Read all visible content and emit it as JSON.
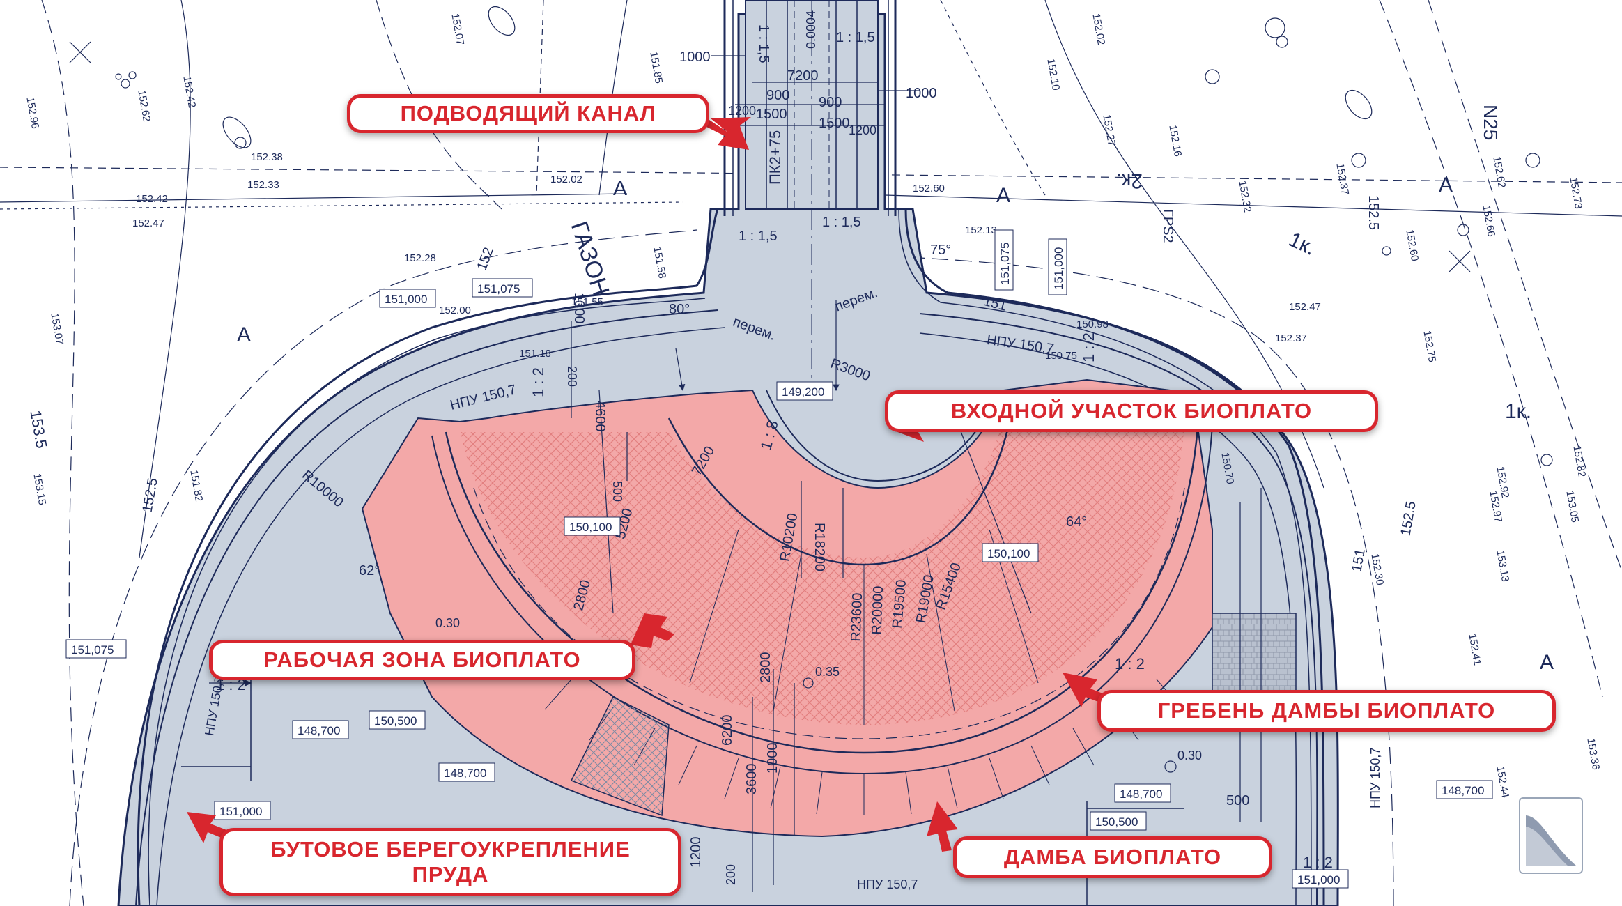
{
  "colors": {
    "pond_fill": "#c9d2de",
    "bioplato_fill": "#f3a8a8",
    "line": "#1d2a5a",
    "accent": "#d8262e"
  },
  "callouts": {
    "supply_channel": "ПОДВОДЯЩИЙ КАНАЛ",
    "inlet_section": "ВХОДНОЙ УЧАСТОК БИОПЛАТО",
    "working_zone": "РАБОЧАЯ ЗОНА БИОПЛАТО",
    "dam_crest": "ГРЕБЕНЬ ДАМБЫ БИОПЛАТО",
    "rubble_line1": "БУТОВОЕ БЕРЕГОУКРЕПЛЕНИЕ",
    "rubble_line2": "ПРУДА",
    "dam": "ДАМБА БИОПЛАТО"
  },
  "labels": {
    "lawn": "ГАЗОН",
    "zone_a": "А",
    "n25": "N25",
    "k2": "2к.",
    "k1": "1к.",
    "k1b": "1к.",
    "grs2": "ГРS2",
    "pk": "ПК2+75",
    "npu": "НПУ 150,7",
    "perem": "перем.",
    "slope_15": "1 : 1,5",
    "slope_12": "1 : 2",
    "slope_18": "1 : 8",
    "r3000": "R3000",
    "r10000": "R10000",
    "r10200": "R10200",
    "r18200": "R18200",
    "r15400": "R15400",
    "r19000": "R19000",
    "r19500": "R19500",
    "r20000": "R20000",
    "r23600": "R23600",
    "angle_64": "64°",
    "angle_62": "62°",
    "angle_75": "75°",
    "angle_80": "80°",
    "grad_030": "0.30",
    "grad_035": "0.35",
    "grad_0004": "0.0004"
  },
  "boxed_levels": {
    "b1": "149,200",
    "b2": "151,000",
    "b3": "151,075",
    "b4": "150,100",
    "b5": "150,100",
    "b6": "151,075",
    "b7": "148,700",
    "b8": "150,500",
    "b9": "148,700",
    "b10": "151,000",
    "b11": "148,700",
    "b12": "150,500",
    "b13": "148,700",
    "b14": "151,000",
    "b15": "151,000",
    "b16": "151,075"
  },
  "dimensions": {
    "d1000a": "1000",
    "d1000b": "1000",
    "d7200": "7200",
    "d900a": "900",
    "d900b": "900",
    "d1200a": "1200",
    "d1500a": "1500",
    "d1500b": "1500",
    "d1200b": "1200",
    "d1300": "1300",
    "d200": "200",
    "d4600": "4600",
    "d500": "500",
    "d5200": "5200",
    "d2800": "2800",
    "d7200b": "7200",
    "d2800b": "2800",
    "d6200": "6200",
    "d3600": "3600",
    "d1000c": "1000",
    "d1200c": "1200",
    "d200b": "200",
    "d500b": "500"
  },
  "spot_heights": {
    "h1": "152.07",
    "h2": "152.42",
    "h3": "152.62",
    "h4": "152.96",
    "h5": "152.38",
    "h6": "152.33",
    "h7": "152.42",
    "h8": "152.47",
    "h9": "152.02",
    "h10": "152.28",
    "h11": "152.00",
    "h12": "151.55",
    "h13": "151.18",
    "h14": "153.07",
    "h15": "153.15",
    "h16": "152.60",
    "h17": "152.13",
    "h18": "152.02",
    "h19": "152.10",
    "h20": "152.27",
    "h21": "152.16",
    "h22": "152.32",
    "h23": "152.37",
    "h24": "152.47",
    "h25": "152.37",
    "h26": "152.75",
    "h27": "152.82",
    "h28": "152.97",
    "h29": "153.05",
    "h30": "152.30",
    "h31": "153.13",
    "h32": "152.41",
    "h33": "152.44",
    "h34": "153.36",
    "h35": "152.62",
    "h36": "152.73",
    "h37": "152.60",
    "h38": "152.66",
    "h39": "151.85",
    "h40": "151.58",
    "h41": "150.98",
    "h42": "150.75",
    "h43": "150.70",
    "h44": "151.82",
    "h45": "152.5",
    "h46": "153.5",
    "h47": "152.5",
    "h48": "152",
    "h49": "151",
    "h50": "151",
    "h51": "152.5",
    "h52": "152.92"
  }
}
